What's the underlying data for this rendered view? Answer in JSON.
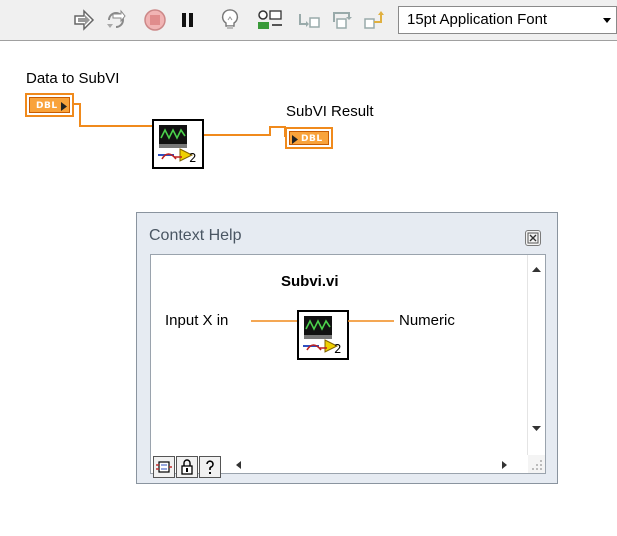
{
  "toolbar": {
    "icons": [
      "run-arrow-icon",
      "run-continuously-icon",
      "abort-icon",
      "pause-icon",
      "highlight-execution-icon",
      "retain-wire-values-icon",
      "step-into-icon",
      "step-over-icon",
      "step-out-icon"
    ],
    "font_selector_value": "15pt Application Font"
  },
  "diagram": {
    "control_label": "Data to SubVI",
    "control_type": "DBL",
    "indicator_label": "SubVI Result",
    "indicator_type": "DBL",
    "subvi_number": "2",
    "wire_color": "#f08a1c"
  },
  "context_help": {
    "title": "Context Help",
    "vi_name": "Subvi.vi",
    "input_label": "Input X in",
    "output_label": "Numeric",
    "subvi_number": "2",
    "bottom_buttons": [
      "show-detail-icon",
      "lock-icon",
      "help-icon"
    ]
  }
}
